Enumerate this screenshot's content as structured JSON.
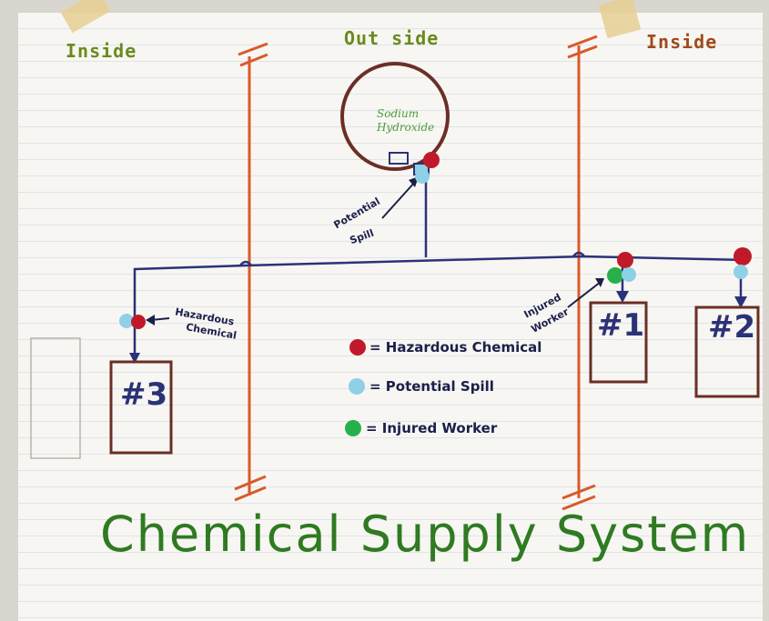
{
  "header": {
    "left": "Inside",
    "center": "Out side",
    "right": "Inside"
  },
  "tank": {
    "label_line1": "Sodium",
    "label_line2": "Hydroxide"
  },
  "annotations": {
    "potential_spill_1": "Potential",
    "potential_spill_2": "Spill",
    "hazardous_1": "Hazardous",
    "hazardous_2": "Chemical",
    "injured_1": "Injured",
    "injured_2": "Worker"
  },
  "stations": {
    "one": "#1",
    "two": "#2",
    "three": "#3"
  },
  "legend": {
    "hazardous": "= Hazardous Chemical",
    "spill": "= Potential Spill",
    "injured": "= Injured Worker"
  },
  "title": "Chemical Supply System",
  "colors": {
    "wall_orange": "#d95a2b",
    "pipe_blue": "#2c3277",
    "tank_brown": "#6b2e26",
    "hazard_red": "#c01a2a",
    "spill_blue": "#8fd0e6",
    "injured_green": "#27b04a",
    "title_green": "#2f7a22"
  }
}
